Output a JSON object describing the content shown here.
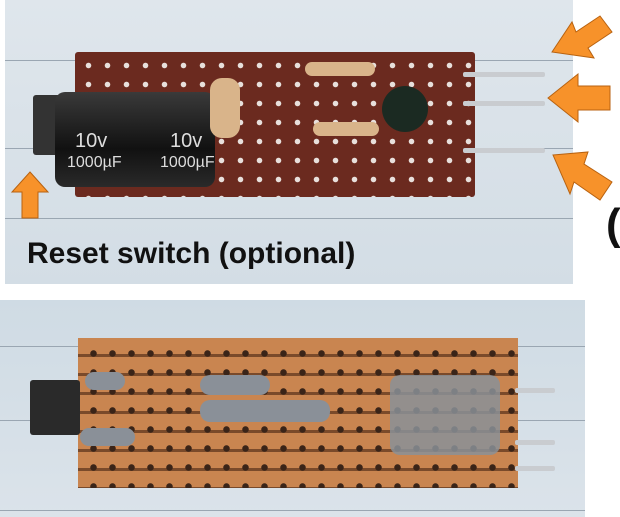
{
  "top_photo": {
    "capacitor_markings": [
      "10v",
      "1000µF",
      "10v",
      "1000µF"
    ],
    "caption": "Reset switch (optional)"
  },
  "right_edge_text": "(",
  "colors": {
    "arrow": "#f7922a",
    "caption": "#111111",
    "board_top": "#6b2a1f",
    "board_bottom": "#b8723f"
  }
}
